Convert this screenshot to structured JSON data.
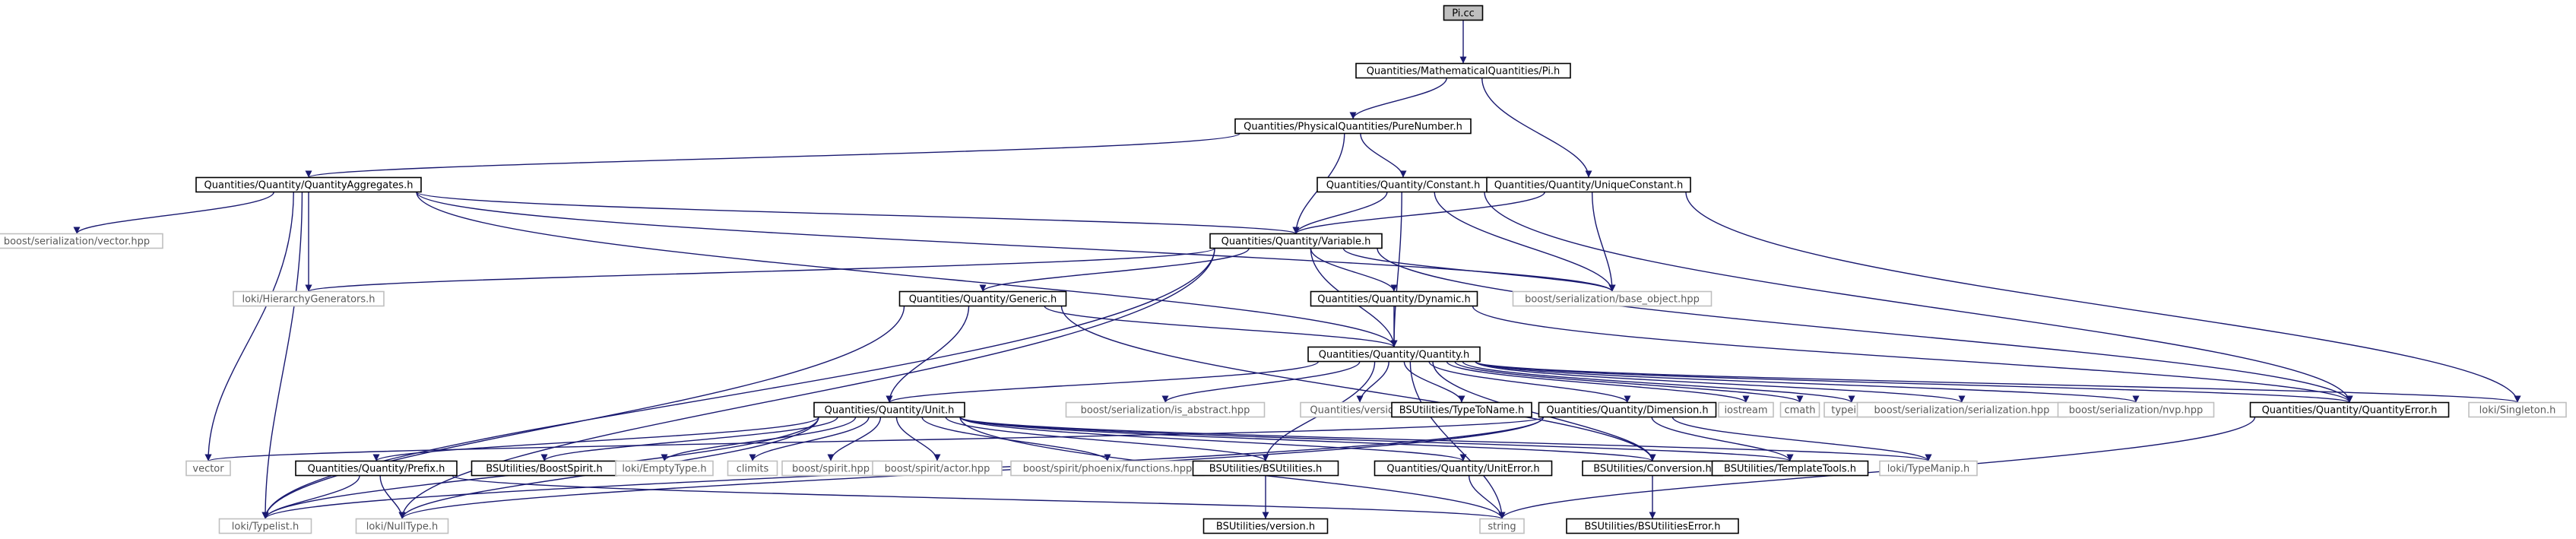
{
  "diagram": {
    "type": "include-dependency-graph",
    "colors": {
      "edge": "#191970",
      "root_fill": "#bfbfbf",
      "project_border": "#000000",
      "external_border": "#bfbfbf"
    },
    "nodes": [
      {
        "id": "pi_cc",
        "label": "Pi.cc",
        "kind": "root"
      },
      {
        "id": "pi_h",
        "label": "Quantities/MathematicalQuantities/Pi.h",
        "kind": "project"
      },
      {
        "id": "purenumber",
        "label": "Quantities/PhysicalQuantities/PureNumber.h",
        "kind": "project"
      },
      {
        "id": "aggregates",
        "label": "Quantities/Quantity/QuantityAggregates.h",
        "kind": "project"
      },
      {
        "id": "constant",
        "label": "Quantities/Quantity/Constant.h",
        "kind": "project"
      },
      {
        "id": "uniqueconstant",
        "label": "Quantities/Quantity/UniqueConstant.h",
        "kind": "project"
      },
      {
        "id": "ser_vector",
        "label": "boost/serialization/vector.hpp",
        "kind": "external"
      },
      {
        "id": "variable",
        "label": "Quantities/Quantity/Variable.h",
        "kind": "project"
      },
      {
        "id": "hiergen",
        "label": "loki/HierarchyGenerators.h",
        "kind": "external"
      },
      {
        "id": "generic",
        "label": "Quantities/Quantity/Generic.h",
        "kind": "project"
      },
      {
        "id": "dynamic",
        "label": "Quantities/Quantity/Dynamic.h",
        "kind": "project"
      },
      {
        "id": "base_object",
        "label": "boost/serialization/base_object.hpp",
        "kind": "external"
      },
      {
        "id": "quantity",
        "label": "Quantities/Quantity/Quantity.h",
        "kind": "project"
      },
      {
        "id": "unit",
        "label": "Quantities/Quantity/Unit.h",
        "kind": "project"
      },
      {
        "id": "is_abstract",
        "label": "boost/serialization/is_abstract.hpp",
        "kind": "external"
      },
      {
        "id": "q_version",
        "label": "Quantities/version.h",
        "kind": "external"
      },
      {
        "id": "typetoname",
        "label": "BSUtilities/TypeToName.h",
        "kind": "project"
      },
      {
        "id": "dimension",
        "label": "Quantities/Quantity/Dimension.h",
        "kind": "project"
      },
      {
        "id": "iostream",
        "label": "iostream",
        "kind": "external"
      },
      {
        "id": "cmath",
        "label": "cmath",
        "kind": "external"
      },
      {
        "id": "typeinfo",
        "label": "typeinfo",
        "kind": "external"
      },
      {
        "id": "ser_serialization",
        "label": "boost/serialization/serialization.hpp",
        "kind": "external"
      },
      {
        "id": "ser_nvp",
        "label": "boost/serialization/nvp.hpp",
        "kind": "external"
      },
      {
        "id": "quantityerror",
        "label": "Quantities/Quantity/QuantityError.h",
        "kind": "project"
      },
      {
        "id": "singleton",
        "label": "loki/Singleton.h",
        "kind": "external"
      },
      {
        "id": "vector",
        "label": "vector",
        "kind": "external"
      },
      {
        "id": "prefix",
        "label": "Quantities/Quantity/Prefix.h",
        "kind": "project"
      },
      {
        "id": "boostspirit",
        "label": "BSUtilities/BoostSpirit.h",
        "kind": "project"
      },
      {
        "id": "emptytype",
        "label": "loki/EmptyType.h",
        "kind": "external"
      },
      {
        "id": "climits",
        "label": "climits",
        "kind": "external"
      },
      {
        "id": "spirit",
        "label": "boost/spirit.hpp",
        "kind": "external"
      },
      {
        "id": "spirit_actor",
        "label": "boost/spirit/actor.hpp",
        "kind": "external"
      },
      {
        "id": "phoenix",
        "label": "boost/spirit/phoenix/functions.hpp",
        "kind": "external"
      },
      {
        "id": "bsutilities",
        "label": "BSUtilities/BSUtilities.h",
        "kind": "project"
      },
      {
        "id": "uniterror",
        "label": "Quantities/Quantity/UnitError.h",
        "kind": "project"
      },
      {
        "id": "conversion",
        "label": "BSUtilities/Conversion.h",
        "kind": "project"
      },
      {
        "id": "templatetools",
        "label": "BSUtilities/TemplateTools.h",
        "kind": "project"
      },
      {
        "id": "typemanip",
        "label": "loki/TypeManip.h",
        "kind": "external"
      },
      {
        "id": "typelist",
        "label": "loki/Typelist.h",
        "kind": "external"
      },
      {
        "id": "nulltype",
        "label": "loki/NullType.h",
        "kind": "external"
      },
      {
        "id": "string",
        "label": "string",
        "kind": "external"
      },
      {
        "id": "bs_version",
        "label": "BSUtilities/version.h",
        "kind": "project"
      },
      {
        "id": "bsutilerror",
        "label": "BSUtilities/BSUtilitiesError.h",
        "kind": "project"
      }
    ],
    "edges": [
      [
        "pi_cc",
        "pi_h"
      ],
      [
        "pi_h",
        "purenumber"
      ],
      [
        "pi_h",
        "uniqueconstant"
      ],
      [
        "purenumber",
        "aggregates"
      ],
      [
        "purenumber",
        "variable"
      ],
      [
        "purenumber",
        "constant"
      ],
      [
        "aggregates",
        "ser_vector"
      ],
      [
        "aggregates",
        "vector"
      ],
      [
        "aggregates",
        "hiergen"
      ],
      [
        "aggregates",
        "variable"
      ],
      [
        "aggregates",
        "quantity"
      ],
      [
        "aggregates",
        "base_object"
      ],
      [
        "aggregates",
        "typelist"
      ],
      [
        "constant",
        "variable"
      ],
      [
        "constant",
        "base_object"
      ],
      [
        "constant",
        "quantity"
      ],
      [
        "constant",
        "quantityerror"
      ],
      [
        "uniqueconstant",
        "variable"
      ],
      [
        "uniqueconstant",
        "base_object"
      ],
      [
        "uniqueconstant",
        "singleton"
      ],
      [
        "variable",
        "hiergen"
      ],
      [
        "variable",
        "generic"
      ],
      [
        "variable",
        "dynamic"
      ],
      [
        "variable",
        "quantity"
      ],
      [
        "variable",
        "base_object"
      ],
      [
        "variable",
        "quantityerror"
      ],
      [
        "variable",
        "typelist"
      ],
      [
        "variable",
        "nulltype"
      ],
      [
        "generic",
        "quantity"
      ],
      [
        "generic",
        "unit"
      ],
      [
        "generic",
        "typelist"
      ],
      [
        "generic",
        "conversion"
      ],
      [
        "dynamic",
        "quantity"
      ],
      [
        "dynamic",
        "quantityerror"
      ],
      [
        "quantity",
        "unit"
      ],
      [
        "quantity",
        "is_abstract"
      ],
      [
        "quantity",
        "q_version"
      ],
      [
        "quantity",
        "typetoname"
      ],
      [
        "quantity",
        "dimension"
      ],
      [
        "quantity",
        "iostream"
      ],
      [
        "quantity",
        "cmath"
      ],
      [
        "quantity",
        "typeinfo"
      ],
      [
        "quantity",
        "ser_serialization"
      ],
      [
        "quantity",
        "ser_nvp"
      ],
      [
        "quantity",
        "quantityerror"
      ],
      [
        "quantity",
        "singleton"
      ],
      [
        "quantity",
        "bsutilities"
      ],
      [
        "quantity",
        "string"
      ],
      [
        "quantity",
        "conversion"
      ],
      [
        "dimension",
        "vector"
      ],
      [
        "dimension",
        "templatetools"
      ],
      [
        "dimension",
        "typemanip"
      ],
      [
        "dimension",
        "typelist"
      ],
      [
        "dimension",
        "nulltype"
      ],
      [
        "unit",
        "prefix"
      ],
      [
        "unit",
        "boostspirit"
      ],
      [
        "unit",
        "emptytype"
      ],
      [
        "unit",
        "climits"
      ],
      [
        "unit",
        "spirit"
      ],
      [
        "unit",
        "spirit_actor"
      ],
      [
        "unit",
        "phoenix"
      ],
      [
        "unit",
        "bsutilities"
      ],
      [
        "unit",
        "uniterror"
      ],
      [
        "unit",
        "conversion"
      ],
      [
        "unit",
        "templatetools"
      ],
      [
        "unit",
        "typemanip"
      ],
      [
        "unit",
        "typelist"
      ],
      [
        "unit",
        "nulltype"
      ],
      [
        "unit",
        "string"
      ],
      [
        "prefix",
        "typelist"
      ],
      [
        "prefix",
        "nulltype"
      ],
      [
        "prefix",
        "string"
      ],
      [
        "bsutilities",
        "bs_version"
      ],
      [
        "uniterror",
        "string"
      ],
      [
        "conversion",
        "bsutilerror"
      ],
      [
        "quantityerror",
        "string"
      ]
    ]
  }
}
